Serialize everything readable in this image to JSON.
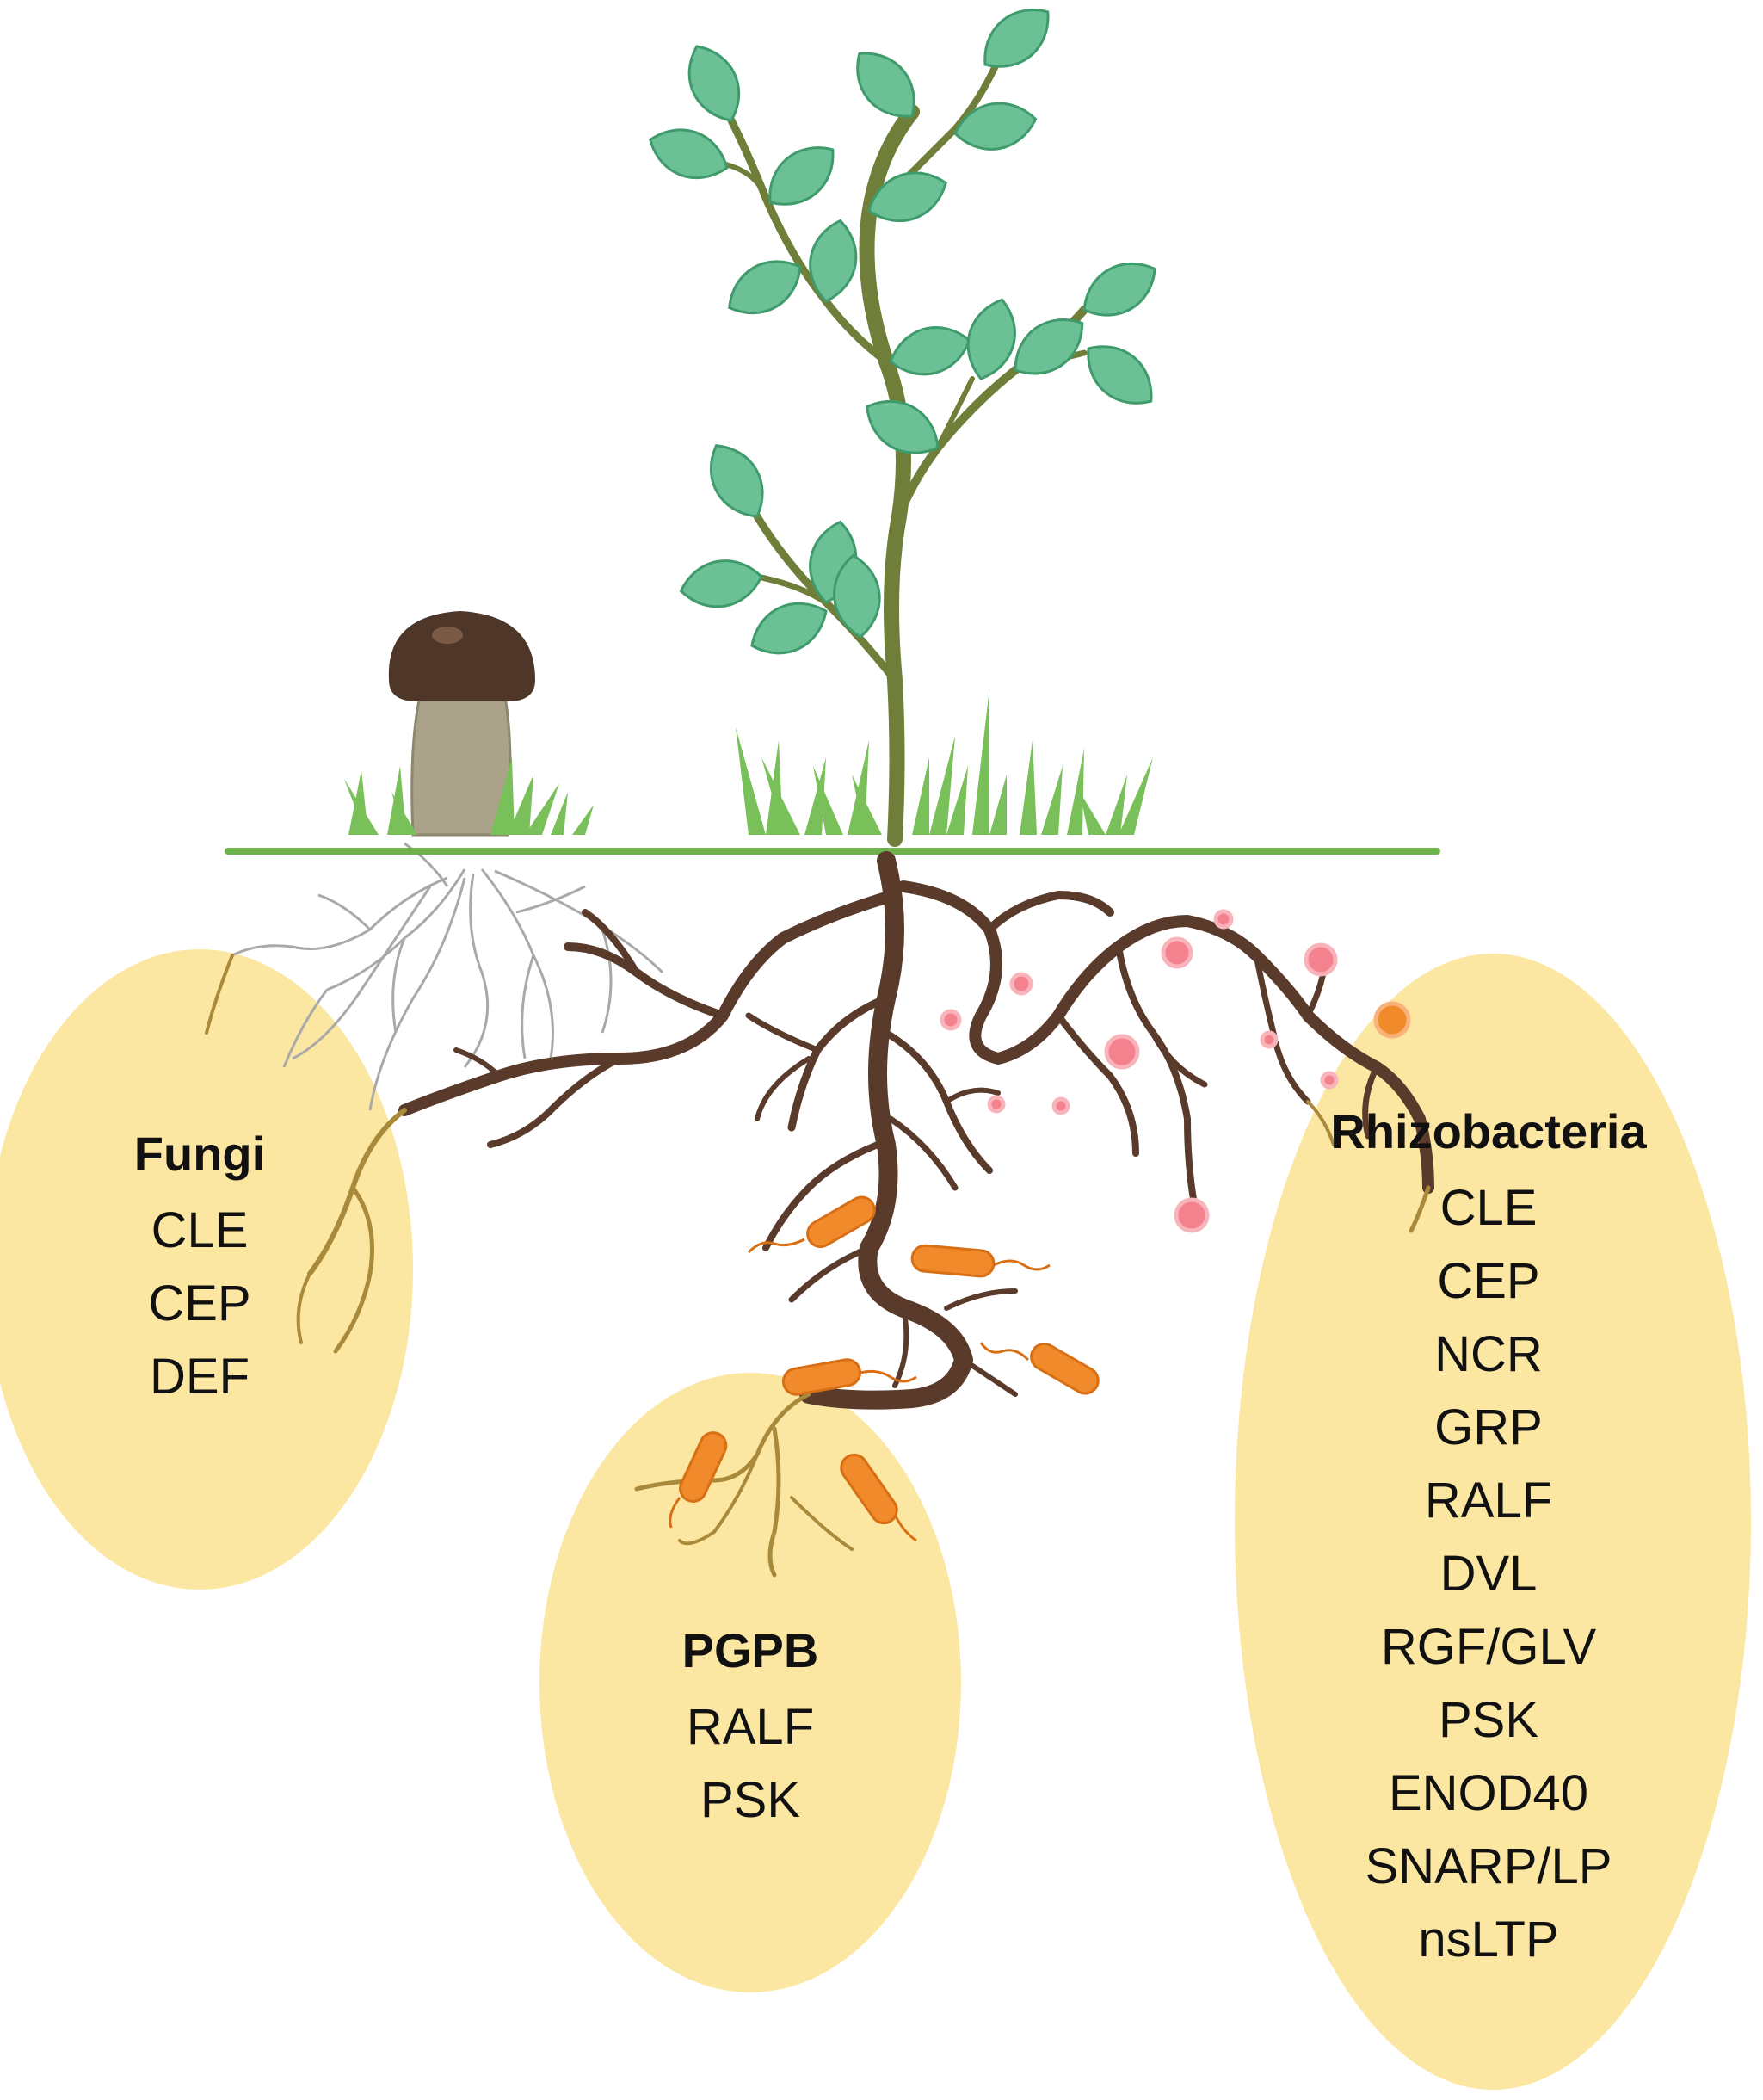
{
  "groups": [
    {
      "id": "fungi",
      "title": "Fungi",
      "items": [
        "CLE",
        "CEP",
        "DEF"
      ]
    },
    {
      "id": "pgpb",
      "title": "PGPB",
      "items": [
        "RALF",
        "PSK"
      ]
    },
    {
      "id": "rhizobacteria",
      "title": "Rhizobacteria",
      "items": [
        "CLE",
        "CEP",
        "NCR",
        "GRP",
        "RALF",
        "DVL",
        "RGF/GLV",
        "PSK",
        "ENOD40",
        "SNARP/LP",
        "nsLTP"
      ]
    }
  ],
  "colors": {
    "ellipse_fill": "#fbe6a2",
    "ground_line": "#6db24b",
    "leaf_fill": "#6cc095",
    "leaf_stroke": "#3f9b6c",
    "stem": "#6f7f3a",
    "root": "#5a3a2a",
    "grass": "#7ac05a",
    "mushroom_cap": "#4e3628",
    "mushroom_stem": "#aaa38a",
    "fungal_hyphae": "#a9a9a9",
    "bacteria": "#f08a2a",
    "nodule": "#f4818e"
  },
  "icons": [
    "plant-icon",
    "mushroom-icon",
    "grass-icon",
    "root-system-icon",
    "fungal-hyphae-icon",
    "rod-bacterium-icon",
    "root-nodule-icon"
  ]
}
